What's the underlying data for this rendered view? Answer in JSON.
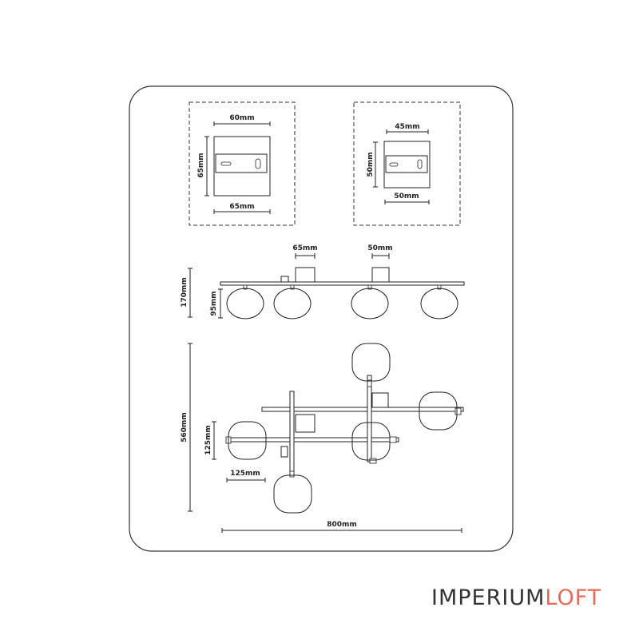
{
  "dimensions": {
    "base_large_top": "60mm",
    "base_large_side": "65mm",
    "base_large_bottom": "65mm",
    "base_small_top": "45mm",
    "base_small_side": "50mm",
    "base_small_bottom": "50mm",
    "side_total_height": "170mm",
    "side_shade_height": "95mm",
    "side_canopy_large": "65mm",
    "side_canopy_small": "50mm",
    "top_total_height": "560mm",
    "top_shade_height": "125mm",
    "top_shade_width": "125mm",
    "top_total_width": "800mm"
  },
  "brand": {
    "part1": "IMPERIUM",
    "part2": "LOFT"
  },
  "colors": {
    "line": "#222222",
    "brand_dark": "#333333",
    "brand_accent": "#e36b5a"
  }
}
